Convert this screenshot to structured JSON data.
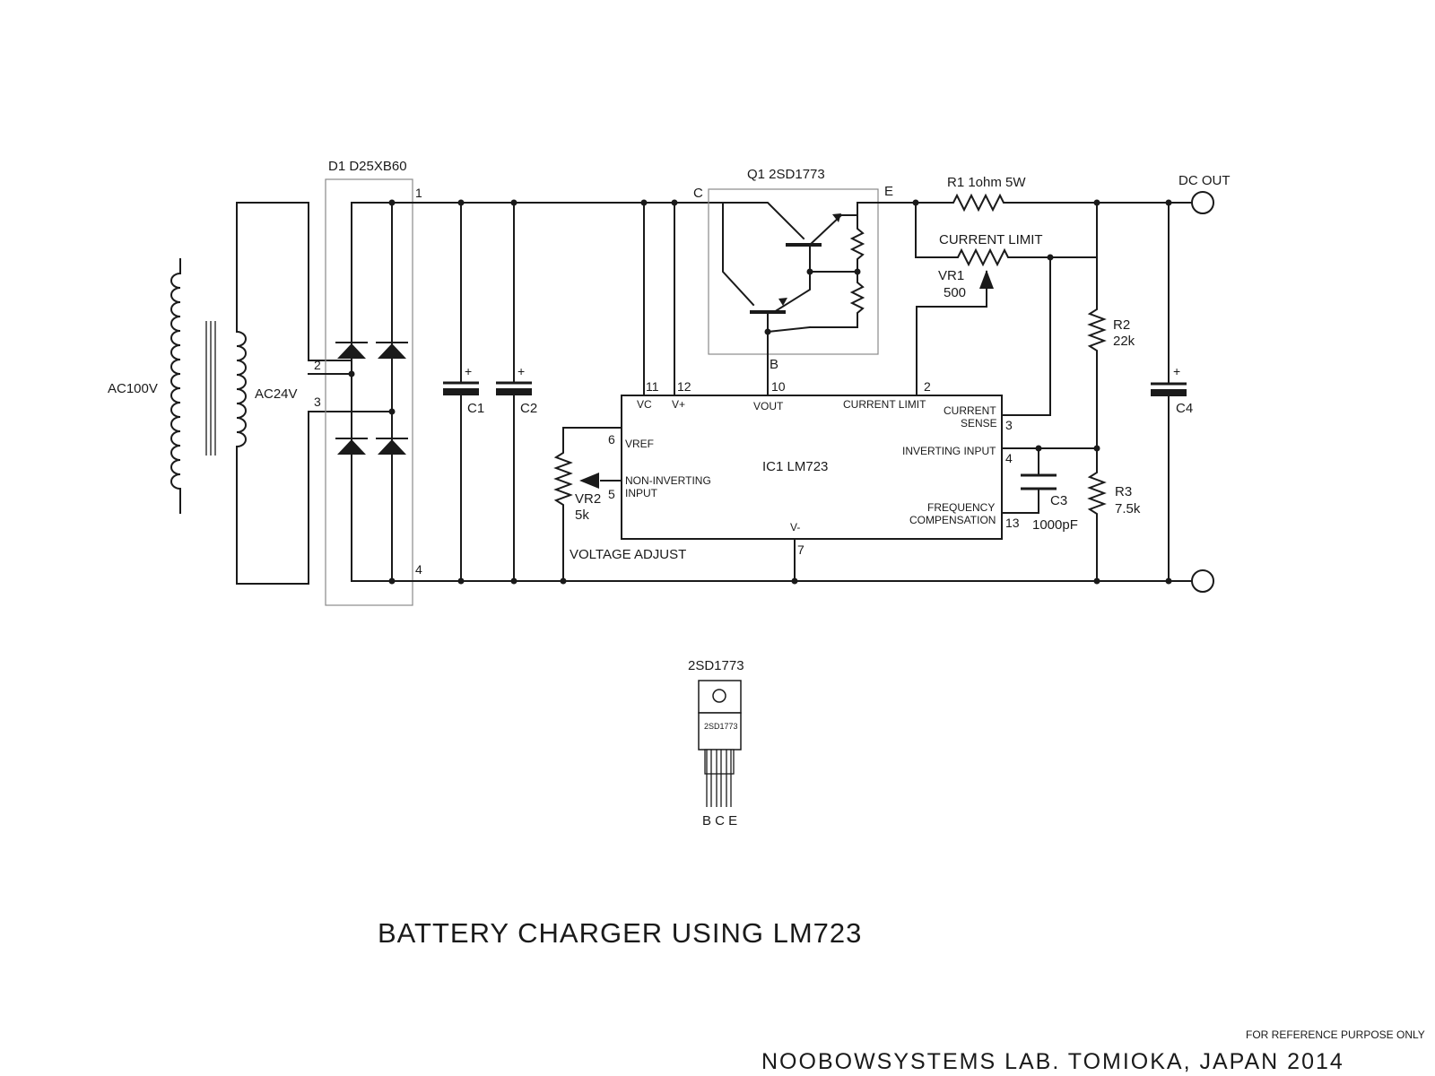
{
  "title": "BATTERY CHARGER USING LM723",
  "credit": "NOOBOWSYSTEMS LAB. TOMIOKA, JAPAN 2014",
  "disclaimer": "FOR REFERENCE PURPOSE ONLY",
  "transformer": {
    "primary": "AC100V",
    "secondary": "AC24V"
  },
  "bridge": {
    "ref": "D1 D25XB60",
    "pins": [
      "1",
      "2",
      "3",
      "4"
    ]
  },
  "capacitors": {
    "c1": "C1",
    "c2": "C2",
    "c3": {
      "ref": "C3",
      "value": "1000pF"
    },
    "c4": "C4",
    "plus": "+"
  },
  "transistor": {
    "ref": "Q1 2SD1773",
    "c": "C",
    "e": "E",
    "b": "B"
  },
  "r1": "R1 1ohm 5W",
  "dc_out": "DC OUT",
  "current_limit": "CURRENT LIMIT",
  "vr1": {
    "ref": "VR1",
    "value": "500"
  },
  "r2": {
    "ref": "R2",
    "value": "22k"
  },
  "r3": {
    "ref": "R3",
    "value": "7.5k"
  },
  "vr2": {
    "ref": "VR2",
    "value": "5k",
    "label": "VOLTAGE ADJUST"
  },
  "ic": {
    "ref": "IC1 LM723",
    "pins": {
      "vc": "VC",
      "vplus": "V+",
      "vout": "VOUT",
      "cl": "CURRENT LIMIT",
      "cs1": "CURRENT",
      "cs2": "SENSE",
      "inv": "INVERTING INPUT",
      "fc1": "FREQUENCY",
      "fc2": "COMPENSATION",
      "vref": "VREF",
      "ni1": "NON-INVERTING",
      "ni2": "INPUT",
      "vminus": "V-"
    },
    "pin_numbers": {
      "p11": "11",
      "p12": "12",
      "p10": "10",
      "p2": "2",
      "p3": "3",
      "p4": "4",
      "p13": "13",
      "p6": "6",
      "p5": "5",
      "p7": "7"
    }
  },
  "package": {
    "title": "2SD1773",
    "marking": "2SD1773",
    "pins": "B C E"
  }
}
